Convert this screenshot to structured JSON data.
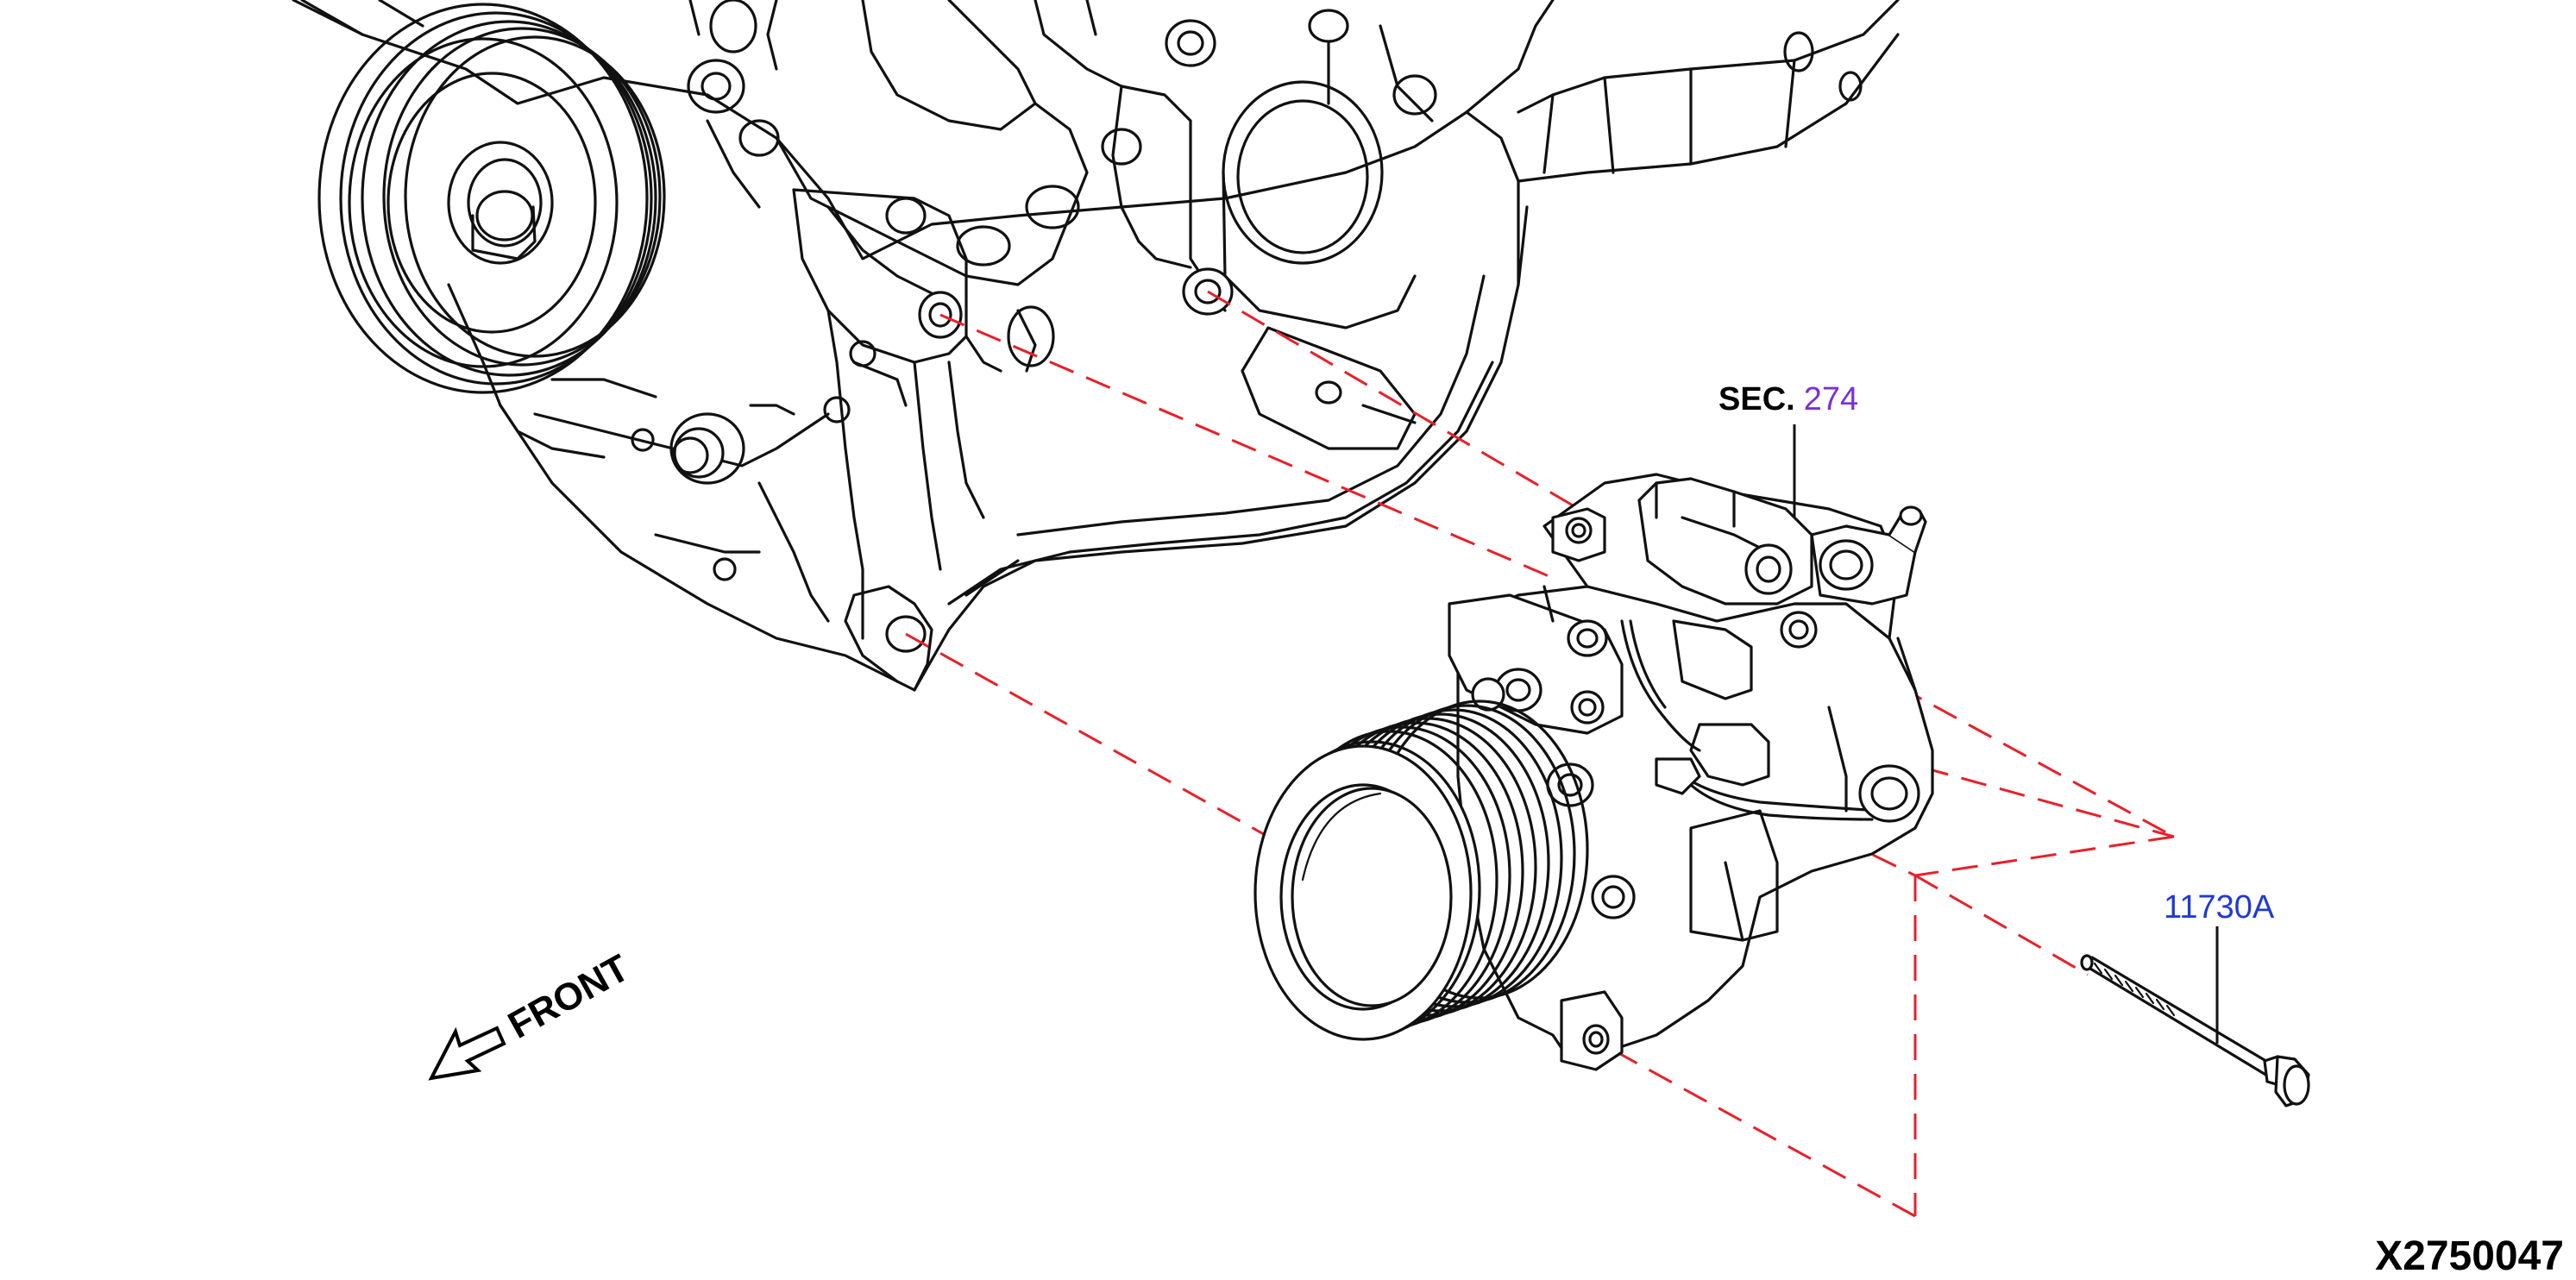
{
  "callouts": {
    "section_prefix": "SEC.",
    "section_number": "274",
    "part_number": "11730A",
    "front_label": "FRONT",
    "drawing_id": "X2750047"
  },
  "colors": {
    "section_number": "#7b2fd6",
    "part_number": "#1f3ad6",
    "dashed_guides": "#e8202a",
    "linework": "#111111"
  },
  "icons": [
    "front-arrow-icon"
  ]
}
